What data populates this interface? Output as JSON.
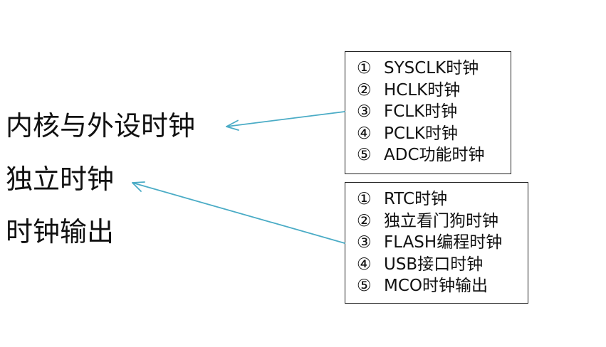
{
  "labels": {
    "core": "内核与外设时钟",
    "independent": "独立时钟",
    "output": "时钟输出"
  },
  "box_core": {
    "items": [
      {
        "num": "①",
        "text": "SYSCLK时钟"
      },
      {
        "num": "②",
        "text": "HCLK时钟"
      },
      {
        "num": "③",
        "text": "FCLK时钟"
      },
      {
        "num": "④",
        "text": "PCLK时钟"
      },
      {
        "num": "⑤",
        "text": "ADC功能时钟"
      }
    ]
  },
  "box_independent": {
    "items": [
      {
        "num": "①",
        "text": "RTC时钟"
      },
      {
        "num": "②",
        "text": "独立看门狗时钟"
      },
      {
        "num": "③",
        "text": "FLASH编程时钟"
      },
      {
        "num": "④",
        "text": "USB接口时钟"
      },
      {
        "num": "⑤",
        "text": "MCO时钟输出"
      }
    ]
  },
  "colors": {
    "arrow": "#4bacc6",
    "text": "#111111",
    "border": "#222222"
  }
}
